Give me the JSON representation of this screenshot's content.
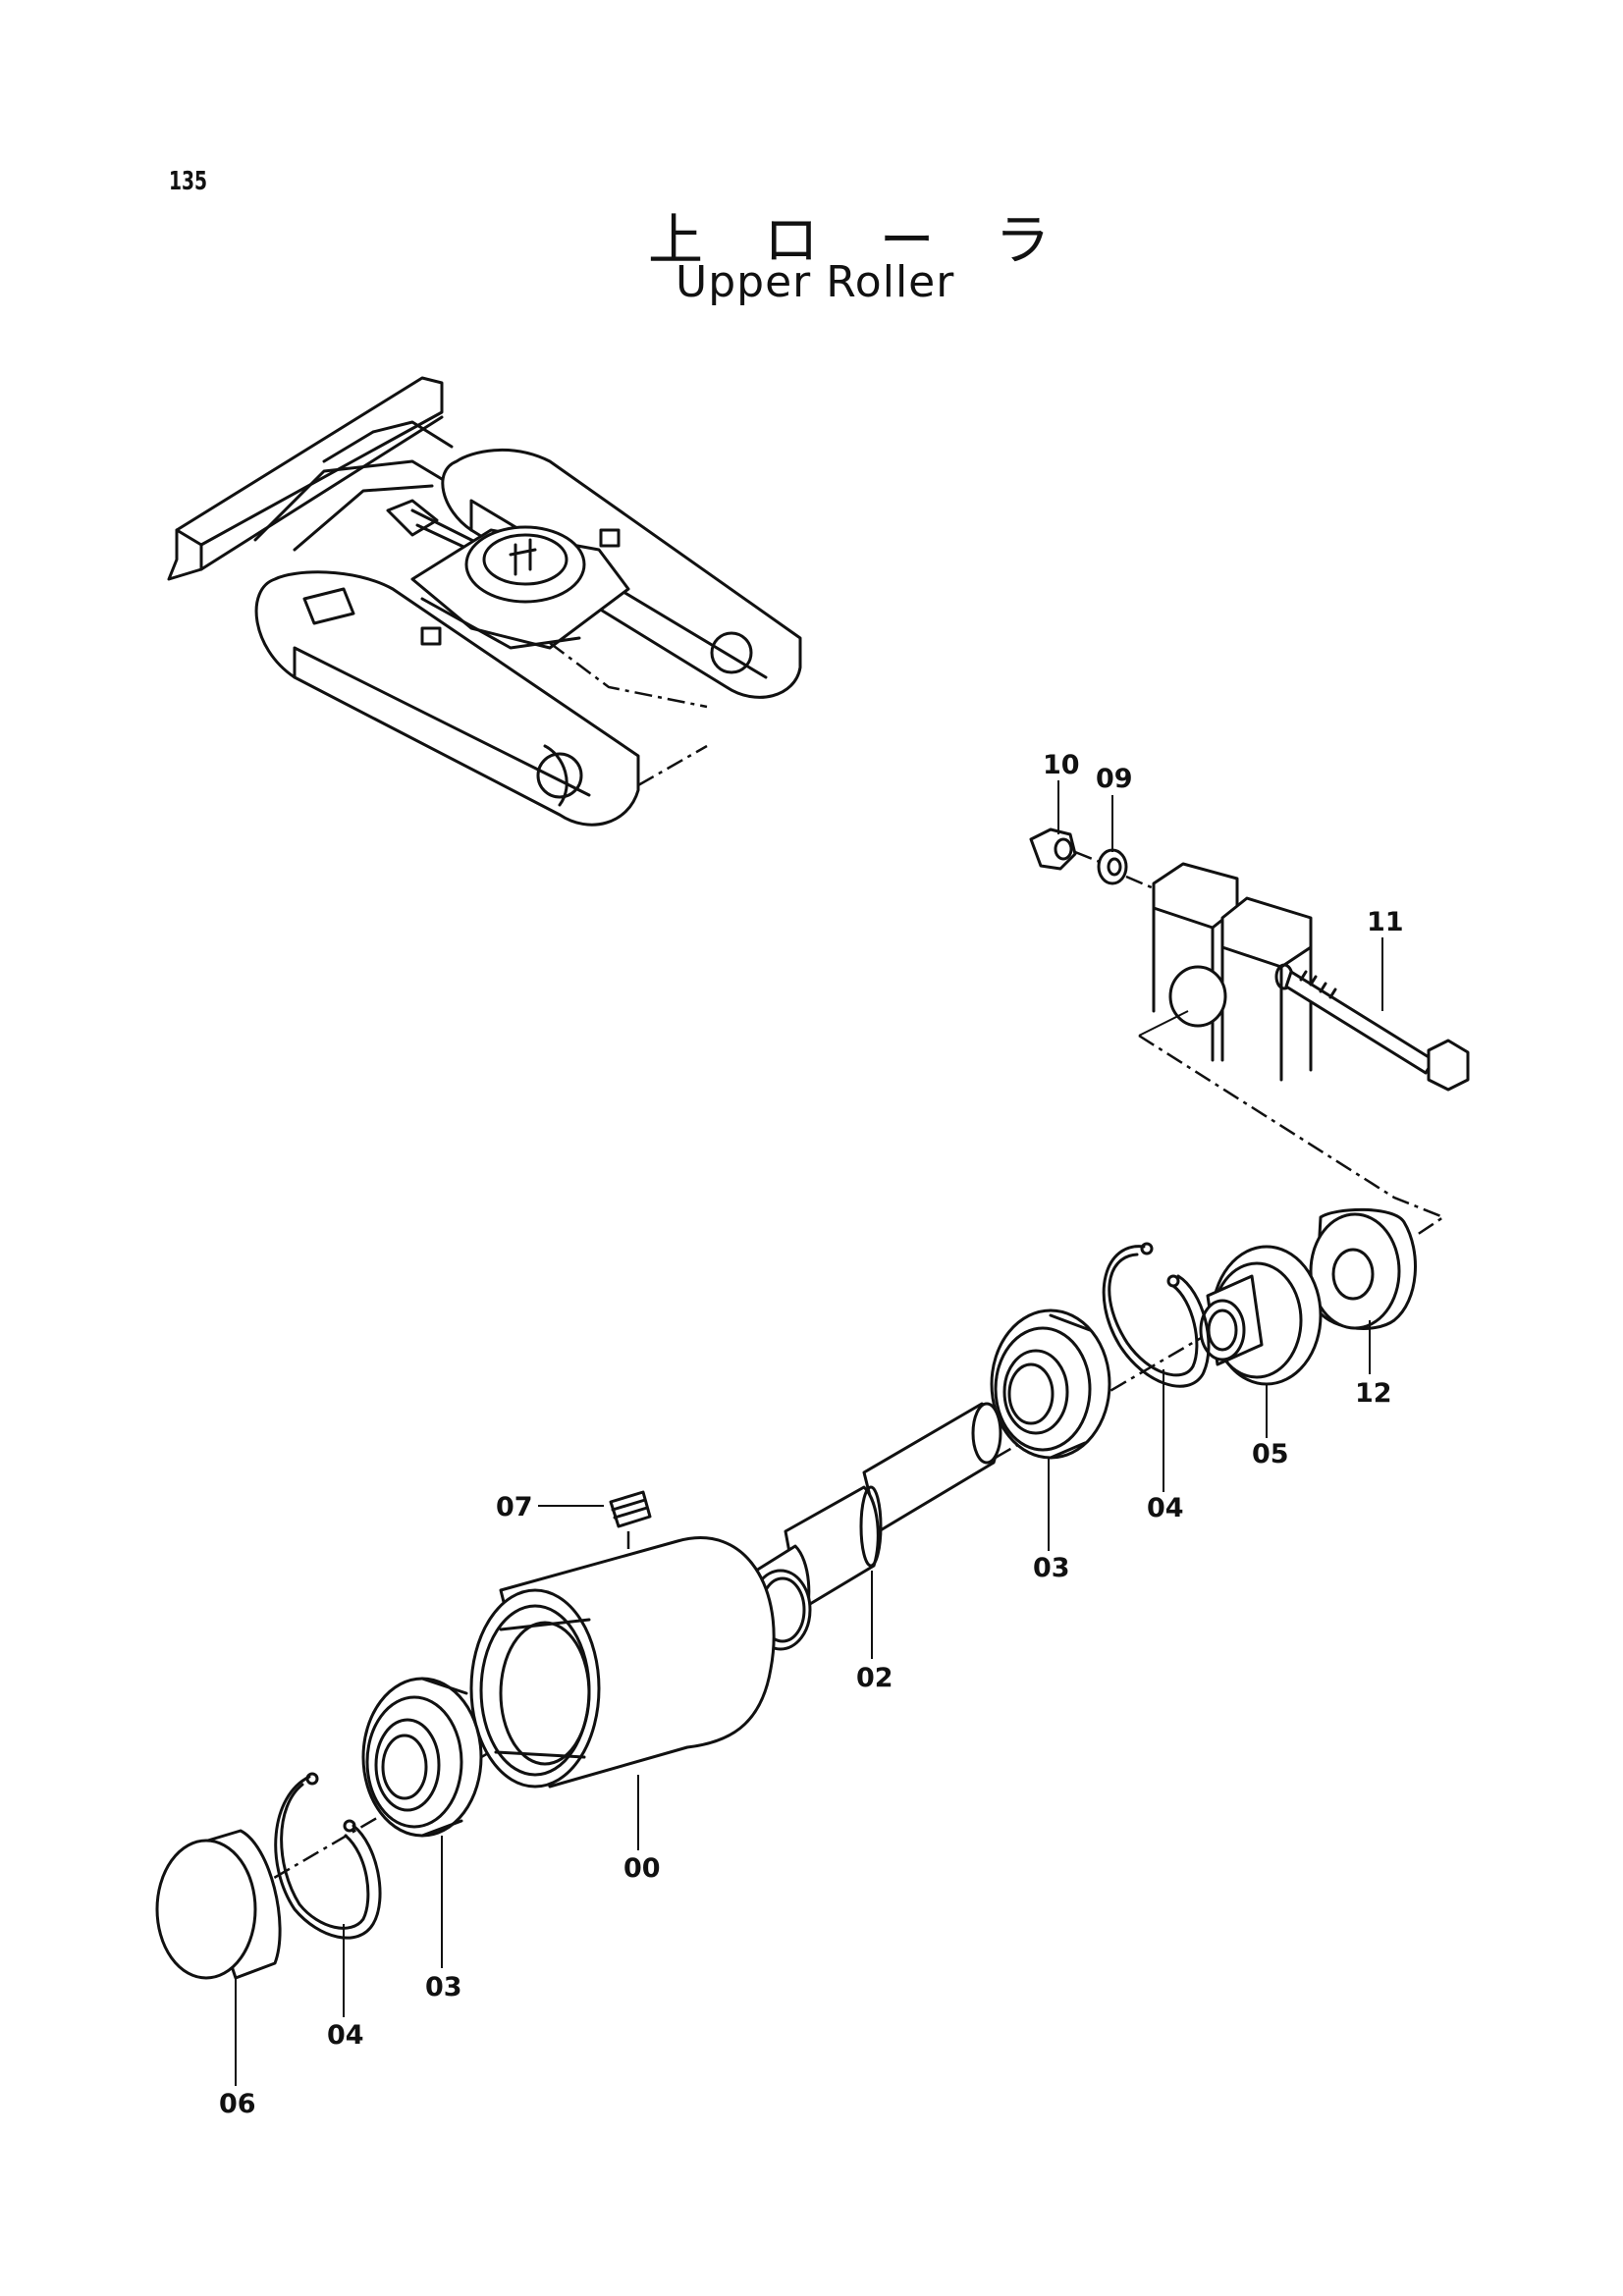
{
  "header": {
    "page_number": "135",
    "title_jp": "上 ロ ー ラ",
    "title_en": "Upper Roller"
  },
  "callouts": {
    "c00": "00",
    "c02": "02",
    "c03a": "03",
    "c03b": "03",
    "c04a": "04",
    "c04b": "04",
    "c05": "05",
    "c06": "06",
    "c07": "07",
    "c09": "09",
    "c10": "10",
    "c11": "11",
    "c12": "12"
  }
}
